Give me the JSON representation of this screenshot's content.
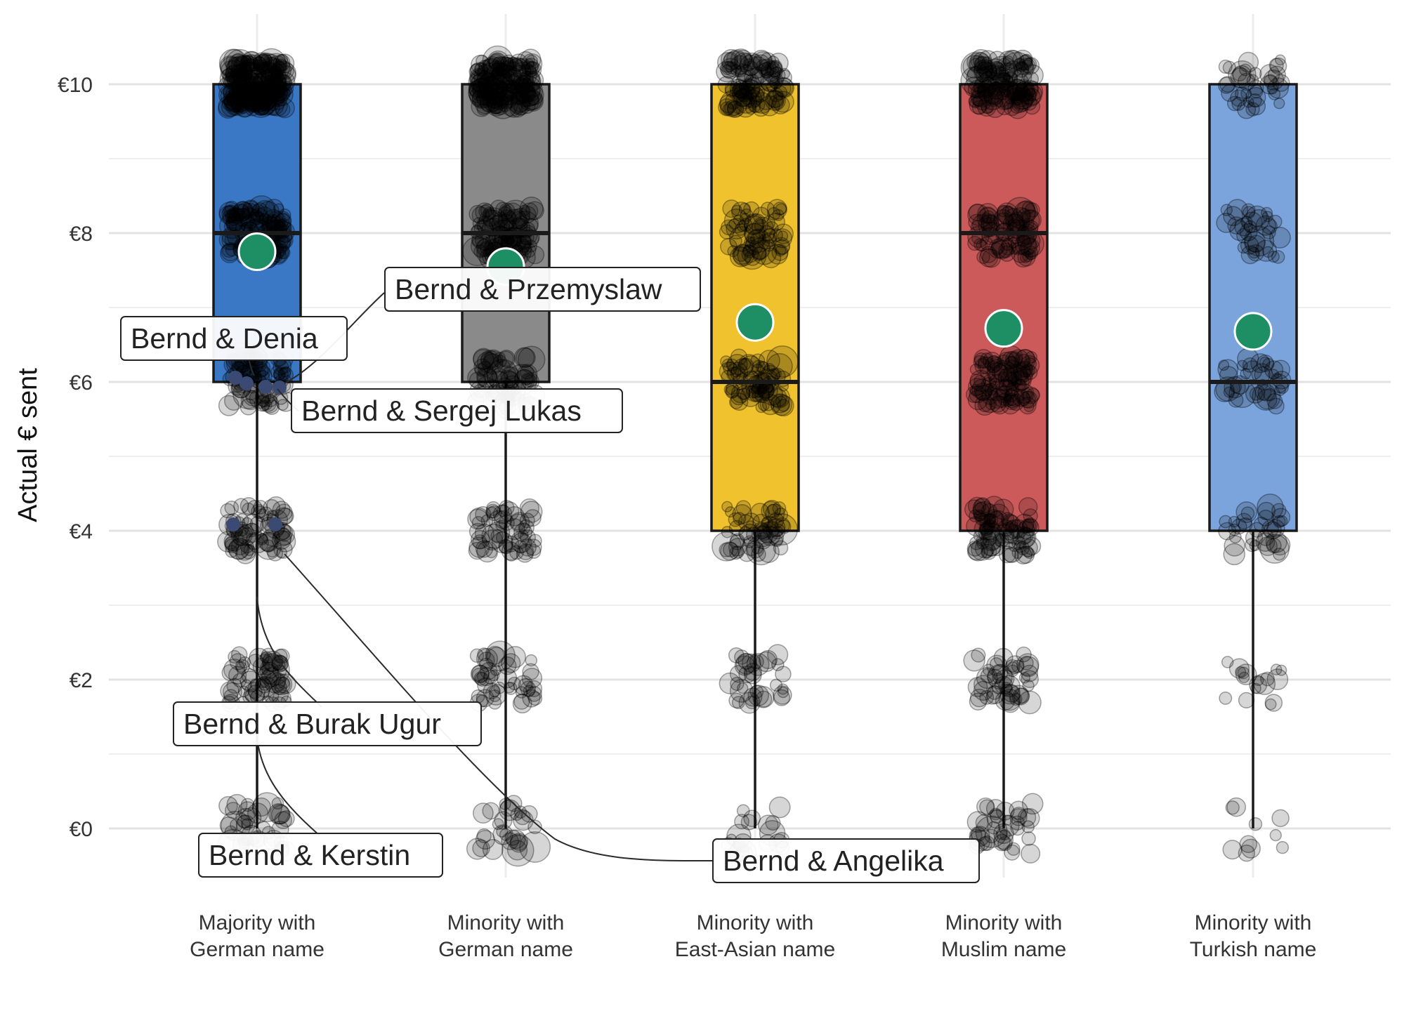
{
  "chart_data": {
    "type": "box",
    "ylabel": "Actual € sent",
    "xlabel": "",
    "ylim": [
      -0.9,
      11.1
    ],
    "y_ticks": [
      {
        "value": 0,
        "label": "€0"
      },
      {
        "value": 2,
        "label": "€2"
      },
      {
        "value": 4,
        "label": "€4"
      },
      {
        "value": 6,
        "label": "€6"
      },
      {
        "value": 8,
        "label": "€8"
      },
      {
        "value": 10,
        "label": "€10"
      }
    ],
    "grid": true,
    "categories": [
      {
        "line1": "Majority with",
        "line2": "German name",
        "q1": 6,
        "median": 8,
        "q3": 10,
        "whisker_low": 0,
        "whisker_high": 10,
        "mean": 7.75,
        "color": "#3a78c6",
        "value_counts": {
          "0": 40,
          "2": 70,
          "4": 80,
          "6": 90,
          "8": 140,
          "10": 260
        }
      },
      {
        "line1": "Minority with",
        "line2": "German name",
        "q1": 6,
        "median": 8,
        "q3": 10,
        "whisker_low": 0,
        "whisker_high": 10,
        "mean": 7.55,
        "color": "#8a8a8a",
        "value_counts": {
          "0": 30,
          "2": 50,
          "4": 60,
          "6": 70,
          "8": 110,
          "10": 200
        }
      },
      {
        "line1": "Minority with",
        "line2": "East-Asian name",
        "q1": 4,
        "median": 6,
        "q3": 10,
        "whisker_low": 0,
        "whisker_high": 10,
        "mean": 6.8,
        "color": "#f0c22e",
        "value_counts": {
          "0": 20,
          "2": 35,
          "4": 60,
          "6": 80,
          "8": 70,
          "10": 120
        }
      },
      {
        "line1": "Minority with",
        "line2": "Muslim name",
        "q1": 4,
        "median": 8,
        "q3": 10,
        "whisker_low": 0,
        "whisker_high": 10,
        "mean": 6.72,
        "color": "#cc5a5a",
        "value_counts": {
          "0": 40,
          "2": 50,
          "4": 90,
          "6": 110,
          "8": 90,
          "10": 150
        }
      },
      {
        "line1": "Minority with",
        "line2": "Turkish name",
        "q1": 4,
        "median": 6,
        "q3": 10,
        "whisker_low": 0,
        "whisker_high": 10,
        "mean": 6.68,
        "color": "#7ba4dc",
        "value_counts": {
          "0": 10,
          "2": 18,
          "4": 35,
          "6": 40,
          "8": 35,
          "10": 40
        }
      }
    ],
    "mean_marker_color": "#1e8f64",
    "annotations": [
      {
        "text": "Bernd & Przemyslaw",
        "category": 0,
        "value": 6
      },
      {
        "text": "Bernd & Denia",
        "category": 0,
        "value": 6
      },
      {
        "text": "Bernd & Sergej Lukas",
        "category": 0,
        "value": 6
      },
      {
        "text": "Bernd & Burak Ugur",
        "category": 0,
        "value": 2
      },
      {
        "text": "Bernd & Kerstin",
        "category": 0,
        "value": 0
      },
      {
        "text": "Bernd & Angelika",
        "category": 0,
        "value": 4
      }
    ]
  }
}
